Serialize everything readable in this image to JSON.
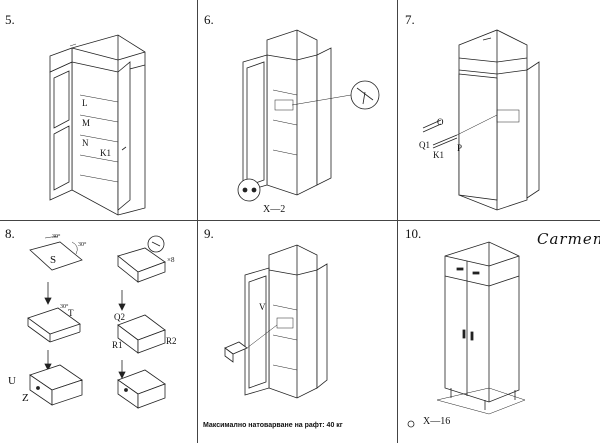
{
  "steps": {
    "s5": "5.",
    "s6": "6.",
    "s7": "7.",
    "s8": "8.",
    "s9": "9.",
    "s10": "10."
  },
  "labels": {
    "l5_L": "L",
    "l5_M": "M",
    "l5_N": "N",
    "l5_K": "K1",
    "l6_count": "X—2",
    "l7_O": "O",
    "l7_Q1": "Q1",
    "l7_K1": "K1",
    "l7_P": "P",
    "l8_S": "S",
    "l8_T": "T",
    "l8_U": "U",
    "l8_Z": "Z",
    "l8_a1": "30°",
    "l8_a2": "30°",
    "l8_a3": "30°",
    "l8_x8": "×8",
    "l8_Q2": "Q2",
    "l8_R2": "R2",
    "l8_R1": "R1",
    "l9_V": "V",
    "l10_count": "X—16"
  },
  "brand": "Carmen",
  "note": "Максимално натоварване на рафт: 40 кг"
}
